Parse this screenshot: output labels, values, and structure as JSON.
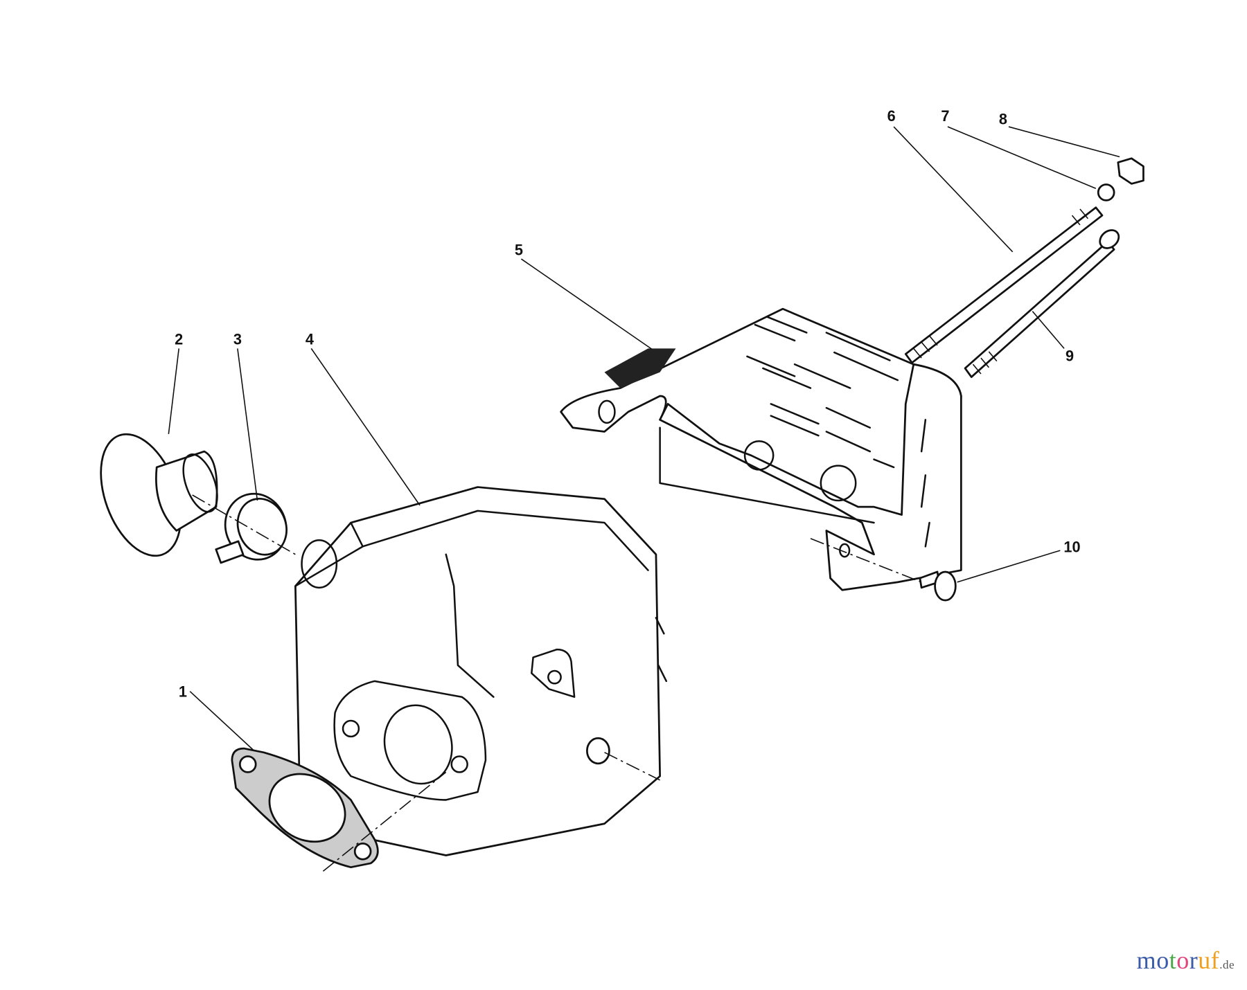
{
  "diagram": {
    "callouts": [
      "1",
      "2",
      "3",
      "4",
      "5",
      "6",
      "7",
      "8",
      "9",
      "10"
    ]
  },
  "watermark": {
    "text": "motoruf.de",
    "letters": [
      "m",
      "o",
      "t",
      "o",
      "r",
      "u",
      "f"
    ],
    "suffix": ".de",
    "colors": [
      "#3b5ba8",
      "#3b5ba8",
      "#4aa84a",
      "#e0457b",
      "#3b5ba8",
      "#f0a020",
      "#f0a020"
    ]
  }
}
